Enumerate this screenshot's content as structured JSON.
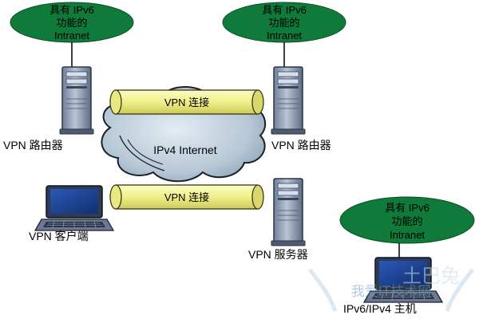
{
  "intranet_label": {
    "line1": "具有 IPv6",
    "line2": "功能的",
    "line3": "Intranet"
  },
  "vpn_tunnel_label": "VPN 连接",
  "internet_label": "IPv4 Internet",
  "vpn_router_label": "VPN 路由器",
  "vpn_client_label": "VPN 客户端",
  "vpn_server_label": "VPN 服务器",
  "host_label": "IPv6/IPv4 主机",
  "watermark": {
    "line1": "土巴兔",
    "line2": "我爱IT技术网"
  },
  "colors": {
    "intranet_fill": "#0f7a3a",
    "tunnel_fill": "#f7f7a0",
    "cloud_fill": "#b8c8d6",
    "server_fill": "#8d9cb4",
    "screen_fill": "#1c3f8c",
    "text": "#000000"
  }
}
